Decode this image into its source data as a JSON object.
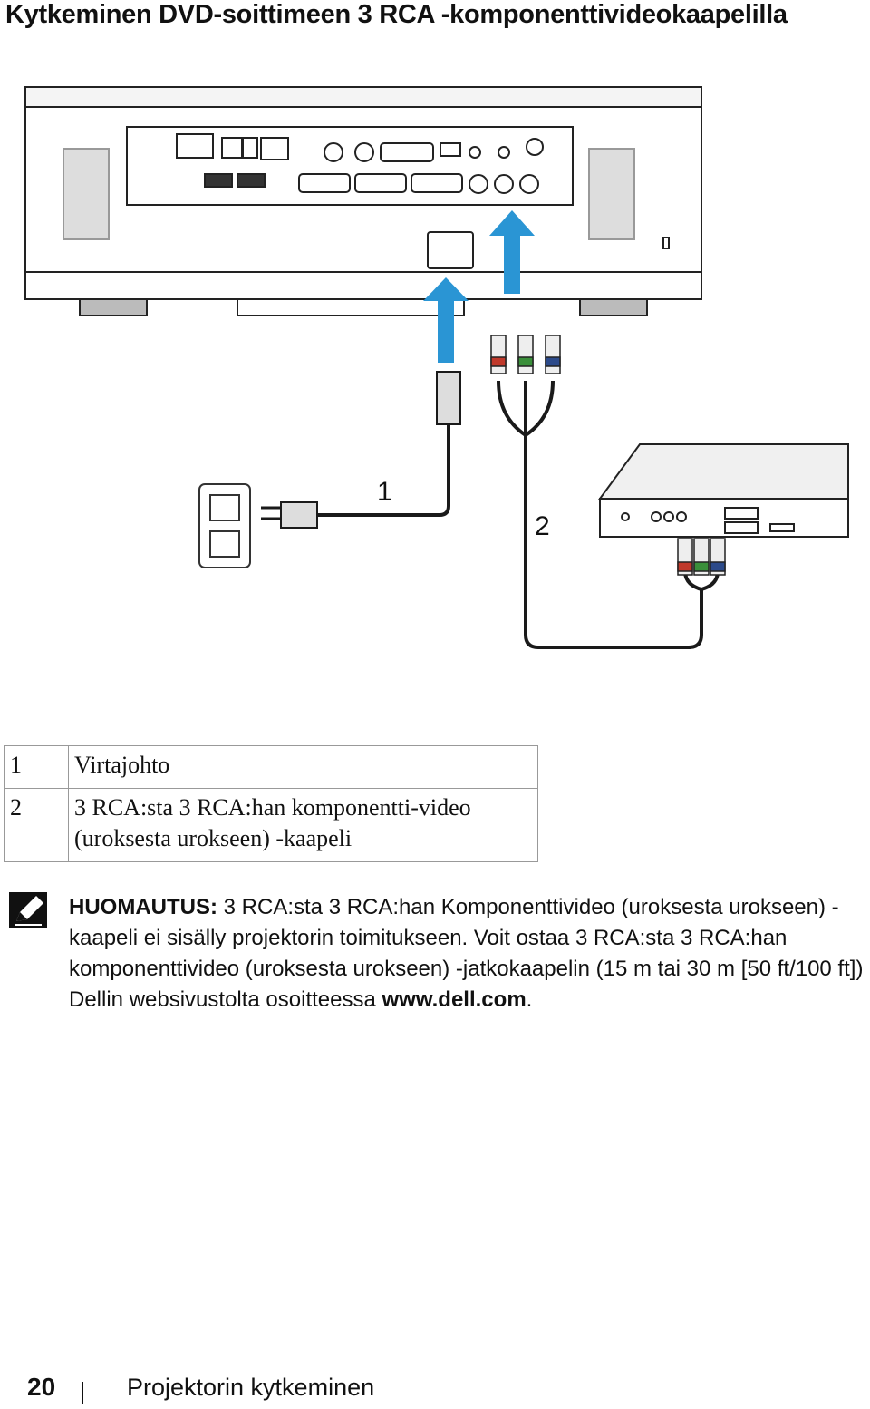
{
  "page_title": "Kytkeminen DVD-soittimeen 3 RCA -komponenttivideokaapelilla",
  "diagram": {
    "callout_1": "1",
    "callout_2": "2",
    "colors": {
      "arrow": "#2a95d4",
      "cable": "#1a1a1a",
      "red": "#c0392b",
      "green": "#3a8f3a",
      "blue": "#2c4a8a"
    }
  },
  "legend": [
    {
      "num": "1",
      "text": "Virtajohto"
    },
    {
      "num": "2",
      "text": "3 RCA:sta 3 RCA:han komponentti-video (uroksesta urokseen) -kaapeli"
    }
  ],
  "note": {
    "label": "HUOMAUTUS:",
    "text": " 3 RCA:sta 3 RCA:han Komponenttivideo (uroksesta urokseen) -kaapeli ei sisälly projektorin toimitukseen. Voit ostaa 3 RCA:sta 3 RCA:han komponenttivideo (uroksesta urokseen) -jatkokaapelin (15 m tai 30 m [50 ft/100 ft]) Dellin websivustolta osoitteessa ",
    "link": "www.dell.com",
    "end": ".",
    "icon": "pencil-note-icon"
  },
  "footer": {
    "page_number": "20",
    "section": "Projektorin kytkeminen"
  }
}
